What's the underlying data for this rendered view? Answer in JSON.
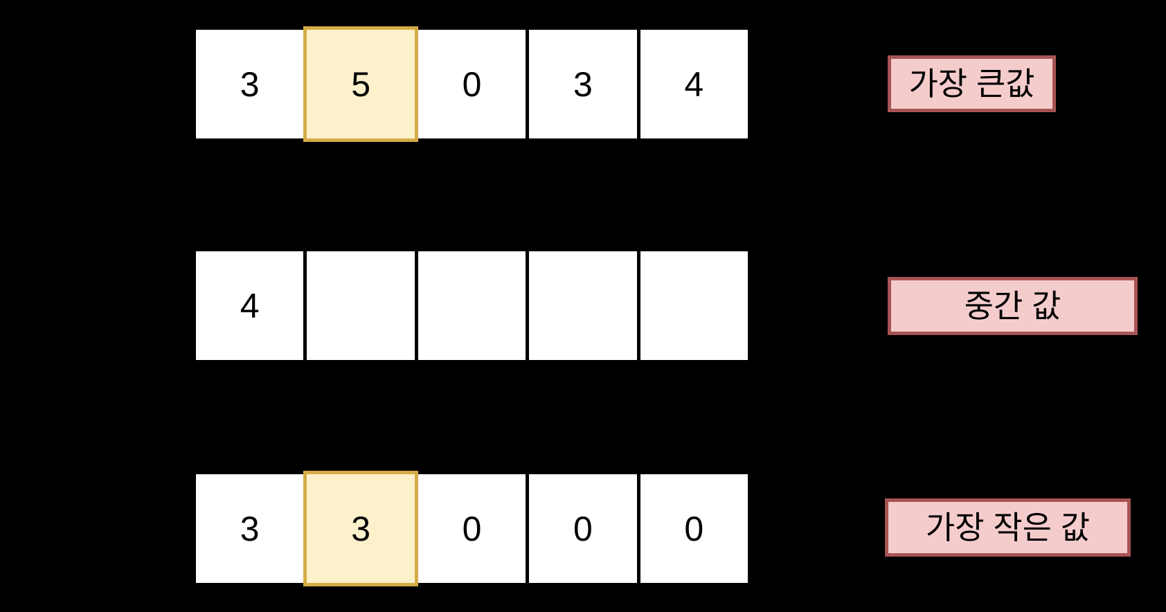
{
  "colors": {
    "background": "#000000",
    "cell_fill": "#ffffff",
    "cell_divider": "#000000",
    "highlight_fill": "#fdf1cc",
    "highlight_border": "#d5ac45",
    "label_fill": "#f5cccc",
    "label_border": "#a85454",
    "text": "#000000"
  },
  "rows": [
    {
      "id": "max",
      "label": "가장 큰값",
      "cells": [
        {
          "value": "3",
          "highlighted": false
        },
        {
          "value": "5",
          "highlighted": true
        },
        {
          "value": "0",
          "highlighted": false
        },
        {
          "value": "3",
          "highlighted": false
        },
        {
          "value": "4",
          "highlighted": false
        }
      ]
    },
    {
      "id": "middle",
      "label": "중간 값",
      "cells": [
        {
          "value": "4",
          "highlighted": false
        },
        {
          "value": "",
          "highlighted": false
        },
        {
          "value": "",
          "highlighted": false
        },
        {
          "value": "",
          "highlighted": false
        },
        {
          "value": "",
          "highlighted": false
        }
      ]
    },
    {
      "id": "min",
      "label": "가장 작은 값",
      "cells": [
        {
          "value": "3",
          "highlighted": false
        },
        {
          "value": "3",
          "highlighted": true
        },
        {
          "value": "0",
          "highlighted": false
        },
        {
          "value": "0",
          "highlighted": false
        },
        {
          "value": "0",
          "highlighted": false
        }
      ]
    }
  ]
}
